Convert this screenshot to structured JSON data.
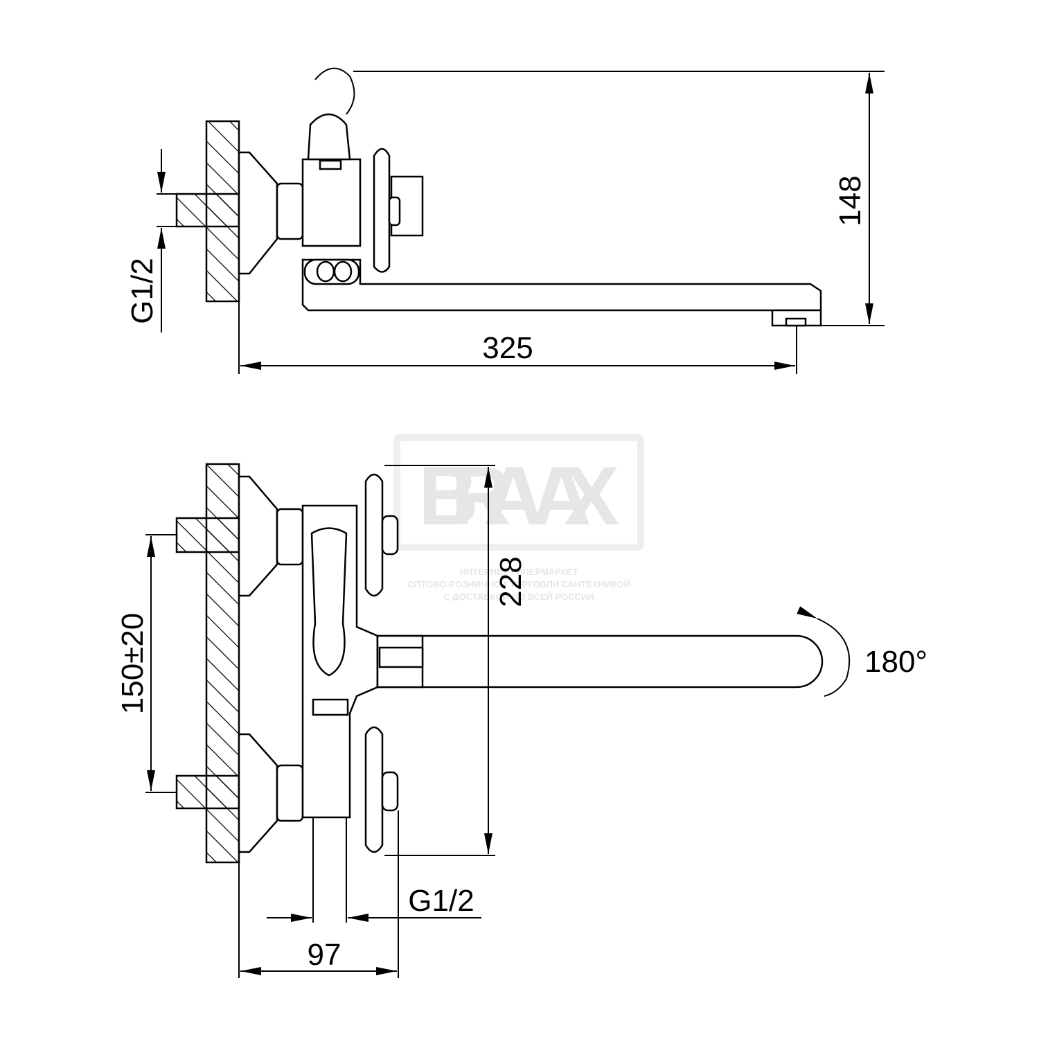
{
  "watermark": {
    "brand": "BRAVAX",
    "lines": [
      "ИНТЕРНЕТ-ГИПЕРМАРКЕТ",
      "ОПТОВО-РОЗНИЧНОЙ ТОРГОВЛИ САНТЕХНИКОЙ",
      "С ДОСТАВКОЙ ПО ВСЕЙ РОССИИ"
    ]
  },
  "top_view": {
    "dim_height": "148",
    "dim_length": "325",
    "dim_thread": "G1/2"
  },
  "front_view": {
    "dim_height": "228",
    "dim_centers": "150±20",
    "dim_thread": "G1/2",
    "dim_depth": "97",
    "rotation": "180°"
  },
  "colors": {
    "line": "#000000",
    "watermark": "#e6e6e6"
  }
}
